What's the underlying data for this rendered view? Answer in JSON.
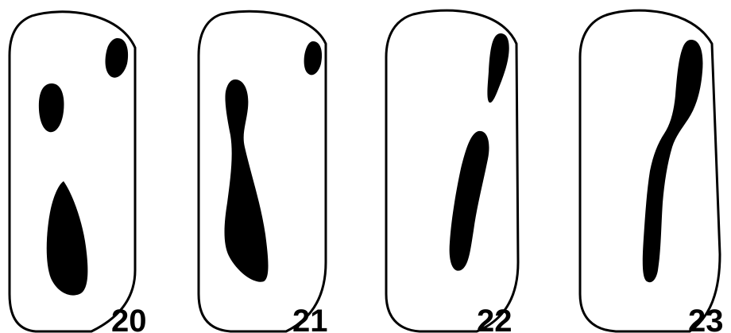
{
  "panels": [
    {
      "number": "20"
    },
    {
      "number": "21"
    },
    {
      "number": "22"
    },
    {
      "number": "23"
    }
  ],
  "colors": {
    "background": "#ffffff",
    "ink": "#000000"
  }
}
